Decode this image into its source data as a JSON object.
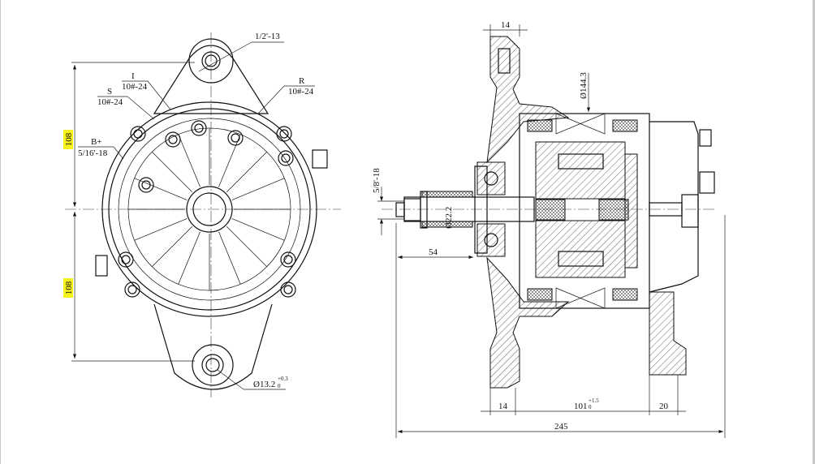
{
  "front_view": {
    "mount_thread": "1/2'-13",
    "terminal_i": {
      "name": "I",
      "thread": "10#-24"
    },
    "terminal_s": {
      "name": "S",
      "thread": "10#-24"
    },
    "terminal_r": {
      "name": "R",
      "thread": "10#-24"
    },
    "terminal_b": {
      "name": "B+",
      "thread": "5/16'-18"
    },
    "dim_upper": "108",
    "dim_lower": "108",
    "bottom_hole": {
      "diameter": "Ø13.2",
      "tol_upper": "+0.3",
      "tol_lower": "0"
    }
  },
  "side_view": {
    "flange_width_top": "14",
    "stator_diameter": "Ø144.3",
    "shaft_thread": "5/8'-18",
    "shaft_diameter": "Ø22.2",
    "shaft_length": "54",
    "flange_width_bottom": "14",
    "mount_span": {
      "value": "101",
      "tol_upper": "+1.5",
      "tol_lower": "0"
    },
    "rear_foot_width": "20",
    "overall_length": "245"
  },
  "colors": {
    "highlight": "#f7f21a",
    "line": "#111111"
  }
}
